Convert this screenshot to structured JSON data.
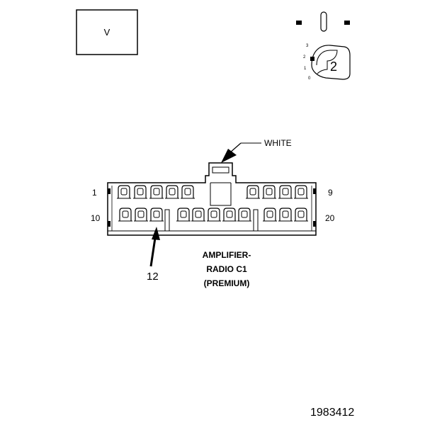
{
  "view_box": {
    "label": "V"
  },
  "key_selector": {
    "positions": [
      "3",
      "2",
      "1",
      "0"
    ],
    "selected": "2"
  },
  "connector": {
    "color_callout": "WHITE",
    "pin_labels": {
      "top_left": "1",
      "top_right": "9",
      "bottom_left": "10",
      "bottom_right": "20"
    },
    "pointer_pin": "12",
    "name_lines": [
      "AMPLIFIER-",
      "RADIO C1",
      "(PREMIUM)"
    ]
  },
  "drawing_number": "1983412"
}
